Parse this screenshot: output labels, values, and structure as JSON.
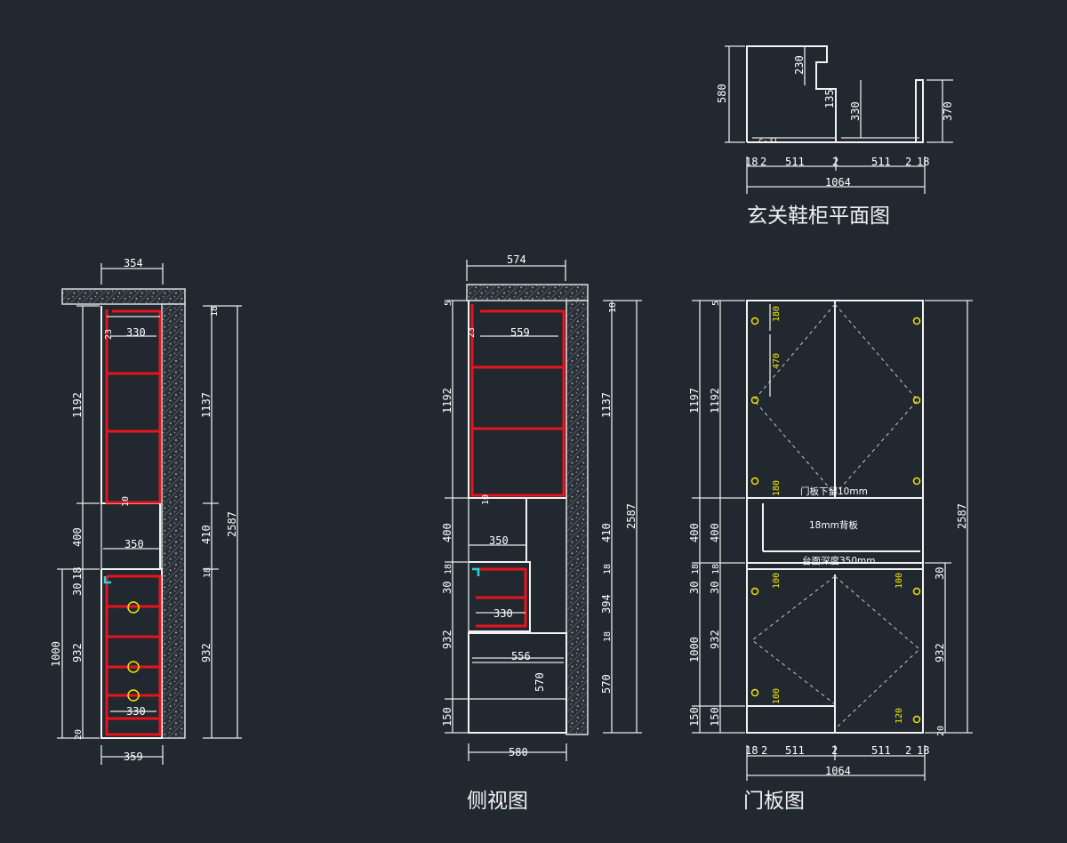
{
  "captions": {
    "plan": "玄关鞋柜平面图",
    "side": "侧视图",
    "door": "门板图"
  },
  "notes": {
    "door_gap": "门板下留10mm",
    "back_panel": "18mm背板",
    "counter_depth": "台面深度350mm"
  },
  "plan": {
    "d_top_left": "580",
    "d_230": "230",
    "d_135": "135",
    "d_330": "330",
    "d_370": "370",
    "small": "c-31",
    "bottom": [
      "18",
      "2",
      "511",
      "2",
      "511",
      "2",
      "18"
    ],
    "total": "1064"
  },
  "left": {
    "top": "354",
    "bottom": "359",
    "shelf_top": "330",
    "shelf_bottom": "330",
    "mid": "350",
    "left_dims": [
      "1192",
      "400",
      "30",
      "18",
      "932",
      "1000",
      "20"
    ],
    "right_dims": [
      "18",
      "1137",
      "410",
      "18",
      "932",
      "2587"
    ],
    "small_a": "23",
    "small_b": "10"
  },
  "side": {
    "top": "574",
    "bottom": "580",
    "upper_inner": "559",
    "lower_inner": "330",
    "shelf": "350",
    "counter": "556",
    "drawer": "570",
    "left_dims": [
      "5",
      "1192",
      "400",
      "18",
      "30",
      "932",
      "150"
    ],
    "right_dims": [
      "18",
      "1137",
      "410",
      "18",
      "394",
      "18",
      "570",
      "2587"
    ],
    "small_a": "23",
    "small_b": "10"
  },
  "door": {
    "left_dims_a": [
      "5",
      "1197",
      "400",
      "18",
      "30",
      "1000",
      "150"
    ],
    "left_dims_b": [
      "1192",
      "400",
      "18",
      "30",
      "932",
      "150"
    ],
    "right_dims": [
      "2587",
      "30",
      "932",
      "20"
    ],
    "hinge_dims": [
      "180",
      "470",
      "180",
      "100",
      "100",
      "100",
      "120"
    ],
    "bottom": [
      "18",
      "2",
      "511",
      "2",
      "511",
      "2",
      "18"
    ],
    "total": "1064"
  }
}
